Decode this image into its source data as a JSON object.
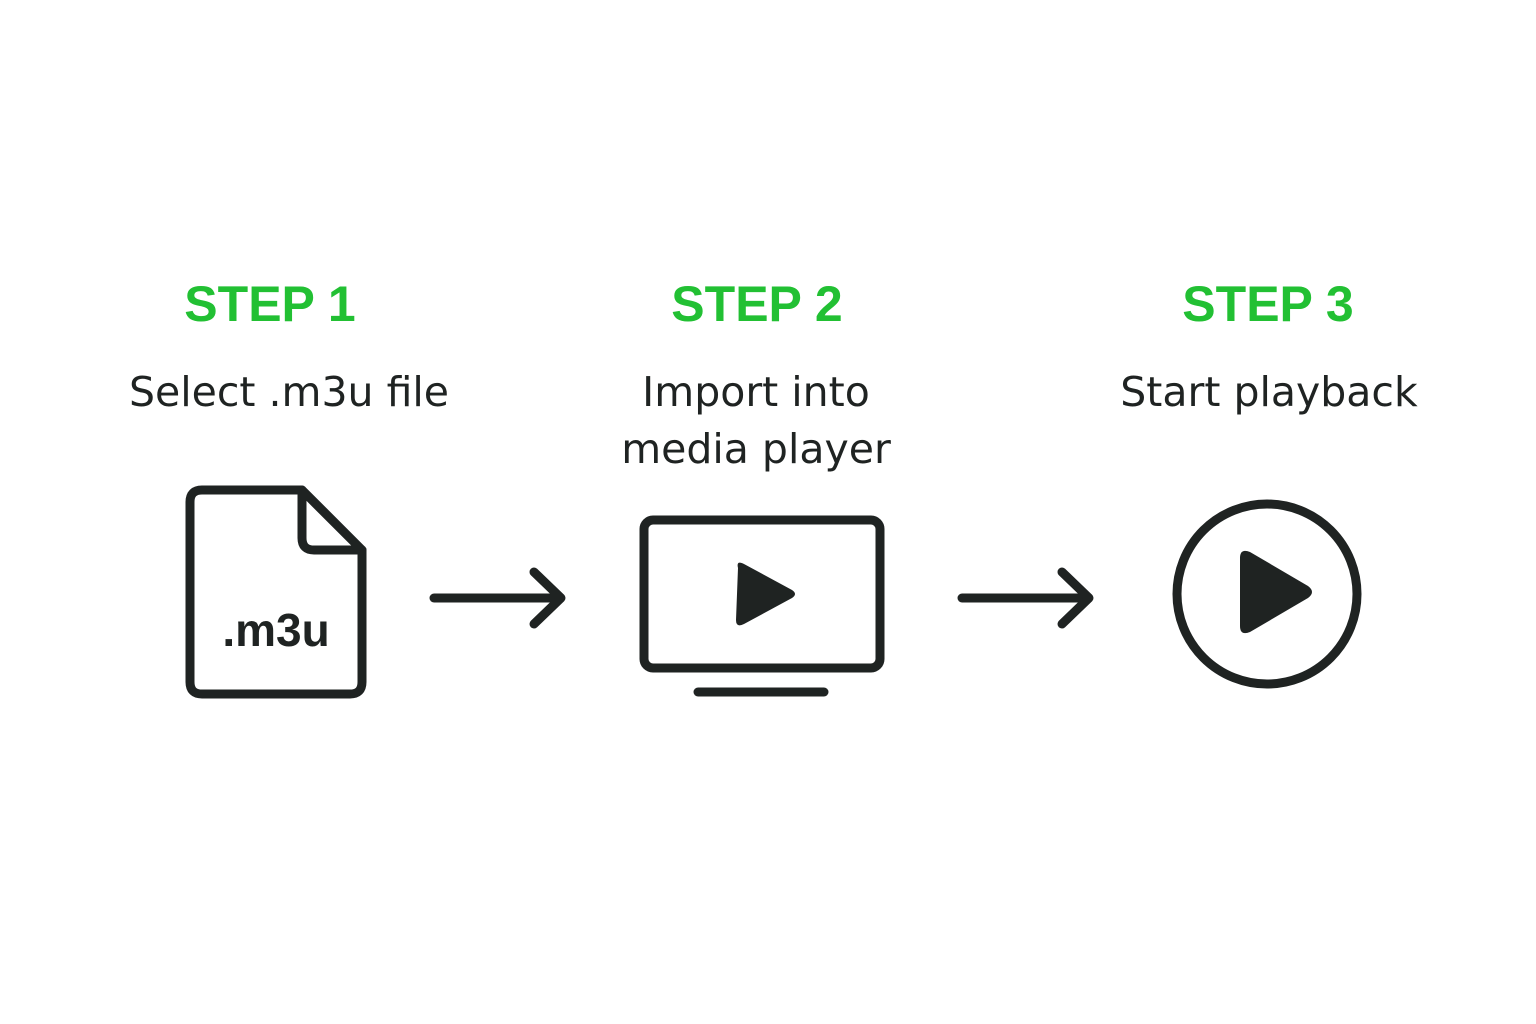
{
  "steps": [
    {
      "heading": "STEP 1",
      "description_lines": [
        "Select .m3u file"
      ],
      "icon": "file-icon",
      "file_label": ".m3u"
    },
    {
      "heading": "STEP 2",
      "description_lines": [
        "Import into",
        "media player"
      ],
      "icon": "monitor-play-icon"
    },
    {
      "heading": "STEP 3",
      "description_lines": [
        "Start playback"
      ],
      "icon": "circle-play-icon"
    }
  ],
  "connectors": [
    "arrow-right-icon",
    "arrow-right-icon"
  ],
  "colors": {
    "accent": "#22c033",
    "ink": "#1f2322",
    "background": "#ffffff"
  }
}
